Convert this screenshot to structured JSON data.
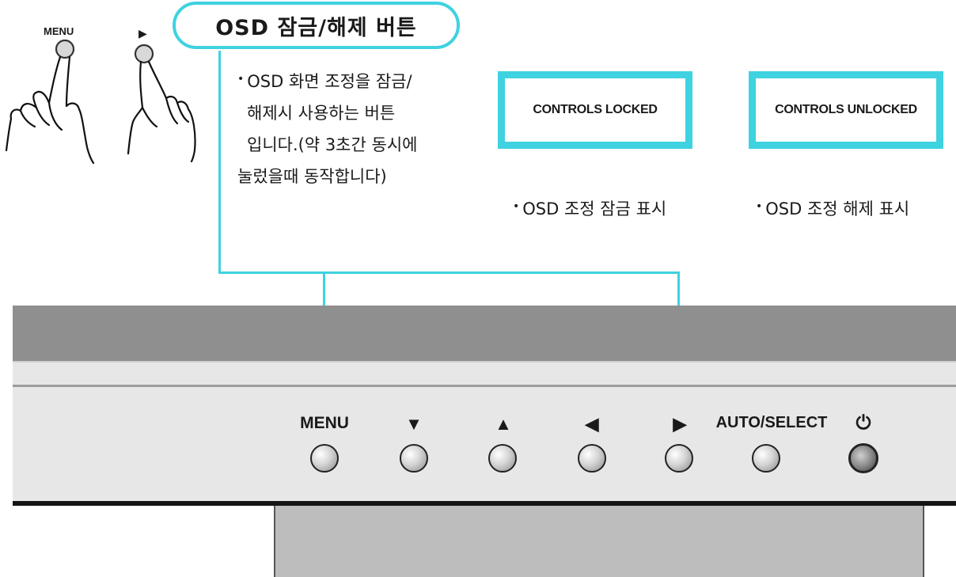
{
  "hands": {
    "menu_label": "MENU",
    "right_arrow": "▶"
  },
  "title": "OSD 잠금/해제 버튼",
  "description": {
    "bullet": "•",
    "lines": [
      "OSD 화면 조정을 잠금/",
      "해제시 사용하는 버튼",
      "입니다.(약 3초간 동시에",
      "눌렀을때 동작합니다)"
    ]
  },
  "osd_boxes": [
    {
      "text": "CONTROLS LOCKED",
      "caption": "OSD 조정 잠금 표시"
    },
    {
      "text": "CONTROLS UNLOCKED",
      "caption": "OSD 조정 해제 표시"
    }
  ],
  "panel": {
    "buttons": [
      {
        "label": "MENU"
      },
      {
        "label": "▼"
      },
      {
        "label": "▲"
      },
      {
        "label": "◀"
      },
      {
        "label": "▶"
      },
      {
        "label": "AUTO/SELECT"
      },
      {
        "label": "⏻"
      }
    ]
  },
  "colors": {
    "accent": "#3fd2e0",
    "bezel_dark": "#8f8f8f",
    "bezel_light": "#e7e7e7"
  }
}
